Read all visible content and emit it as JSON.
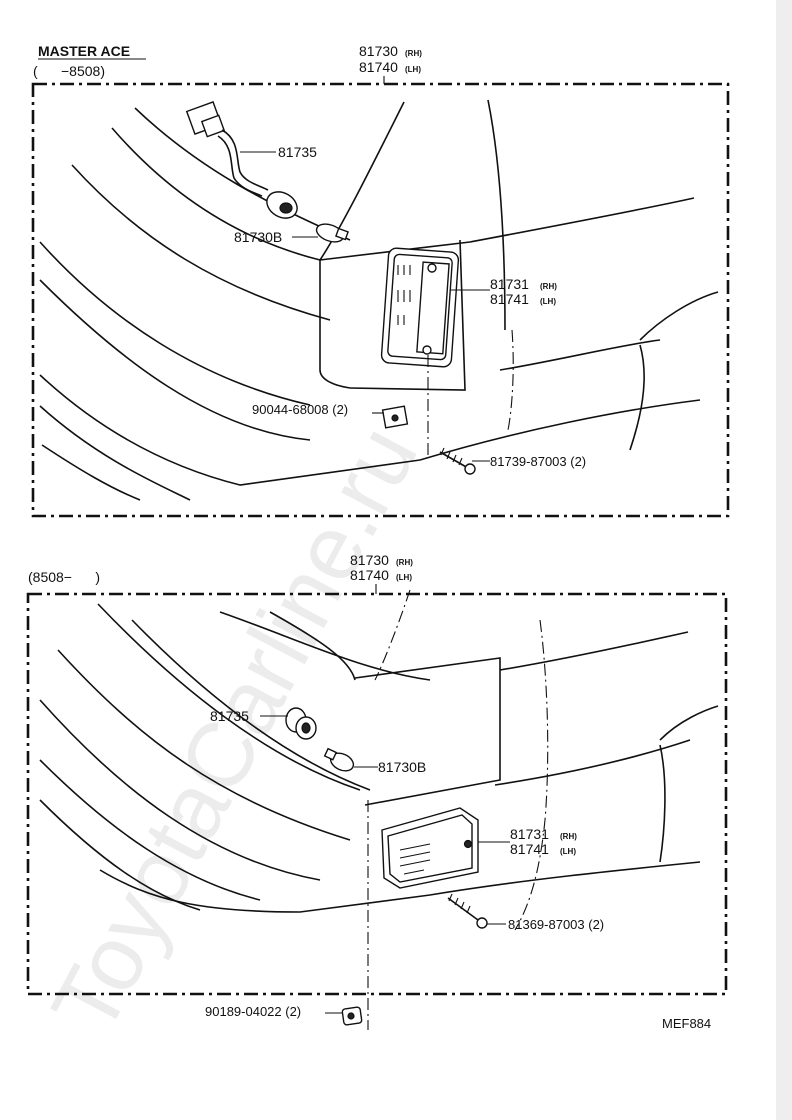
{
  "watermark": "ToyotaCarline.ru",
  "diagram_code": "MEF884",
  "top_panel": {
    "model_line1": "MASTER ACE",
    "model_line2": "(      −8508)",
    "assembly_rh": "81730",
    "assembly_rh_tag": "(RH)",
    "assembly_lh": "81740",
    "assembly_lh_tag": "(LH)",
    "part_socket": "81735",
    "part_bulb": "81730B",
    "lens_rh": "81731",
    "lens_rh_tag": "(RH)",
    "lens_lh": "81741",
    "lens_lh_tag": "(LH)",
    "clip": "90044-68008 (2)",
    "screw": "81739-87003 (2)"
  },
  "bottom_panel": {
    "model_line": "(8508−      )",
    "assembly_rh": "81730",
    "assembly_rh_tag": "(RH)",
    "assembly_lh": "81740",
    "assembly_lh_tag": "(LH)",
    "part_socket": "81735",
    "part_bulb": "81730B",
    "lens_rh": "81731",
    "lens_rh_tag": "(RH)",
    "lens_lh": "81741",
    "lens_lh_tag": "(LH)",
    "screw": "81369-87003 (2)",
    "nut": "90189-04022 (2)"
  }
}
